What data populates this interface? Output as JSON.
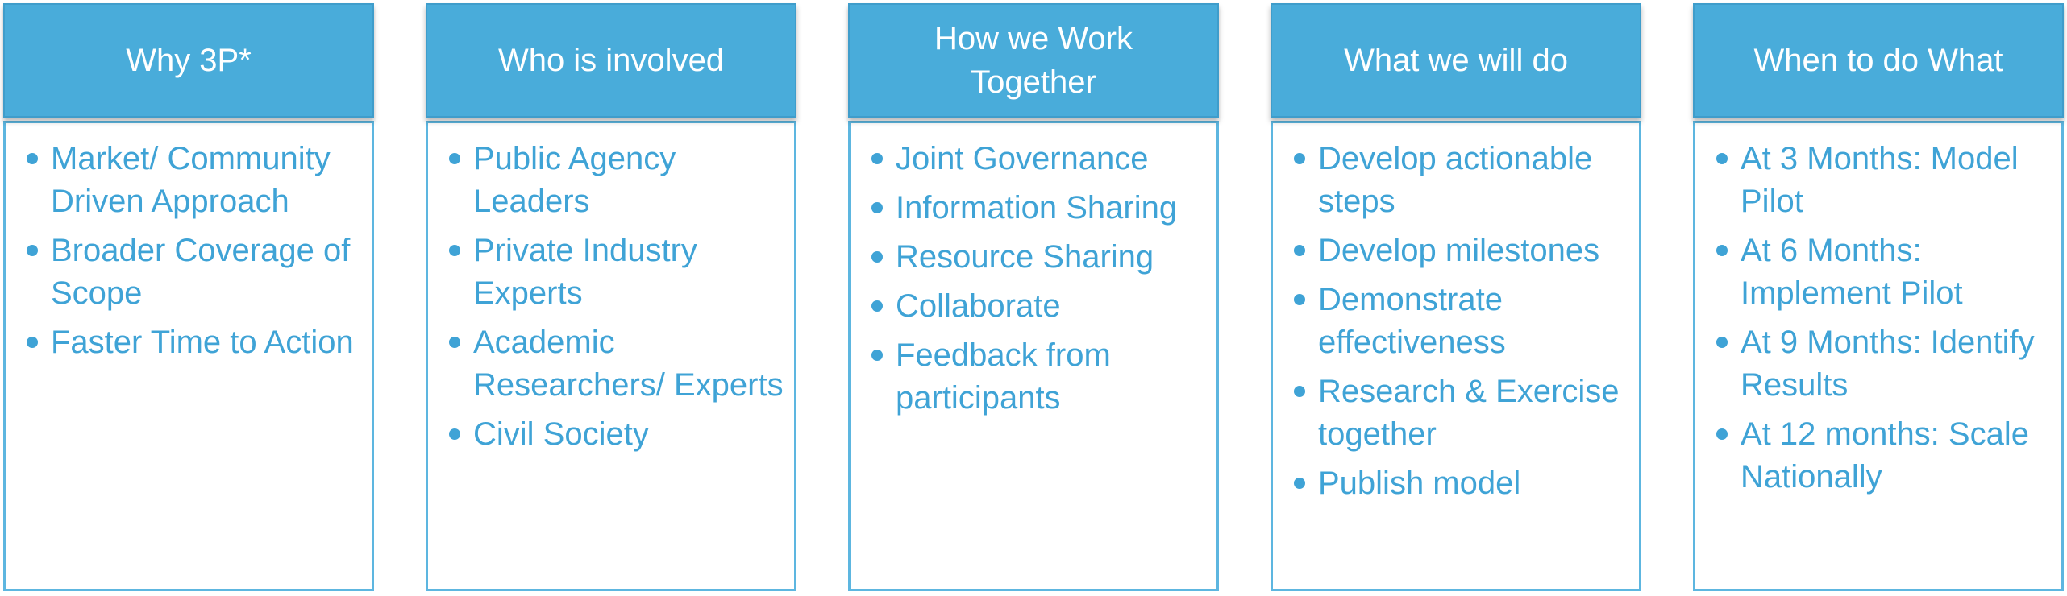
{
  "colors": {
    "header_fill": "#49ACDA",
    "text_blue": "#3FA3D6",
    "border_blue": "#5DB6E0"
  },
  "columns": [
    {
      "title": "Why 3P*",
      "items": [
        "Market/ Community Driven Approach",
        "Broader Coverage of Scope",
        "Faster Time to Action"
      ]
    },
    {
      "title": "Who is involved",
      "items": [
        "Public Agency Leaders",
        "Private Industry Experts",
        "Academic Researchers/ Experts",
        "Civil Society"
      ]
    },
    {
      "title": "How we Work Together",
      "items": [
        "Joint Governance",
        "Information Sharing",
        "Resource Sharing",
        "Collaborate",
        "Feedback from participants"
      ]
    },
    {
      "title": "What we will do",
      "items": [
        "Develop actionable steps",
        "Develop milestones",
        "Demonstrate effectiveness",
        "Research & Exercise together",
        "Publish model"
      ]
    },
    {
      "title": "When to do What",
      "items": [
        "At 3 Months: Model Pilot",
        "At 6 Months: Implement Pilot",
        "At 9 Months: Identify Results",
        "At 12 months: Scale Nationally"
      ]
    }
  ]
}
